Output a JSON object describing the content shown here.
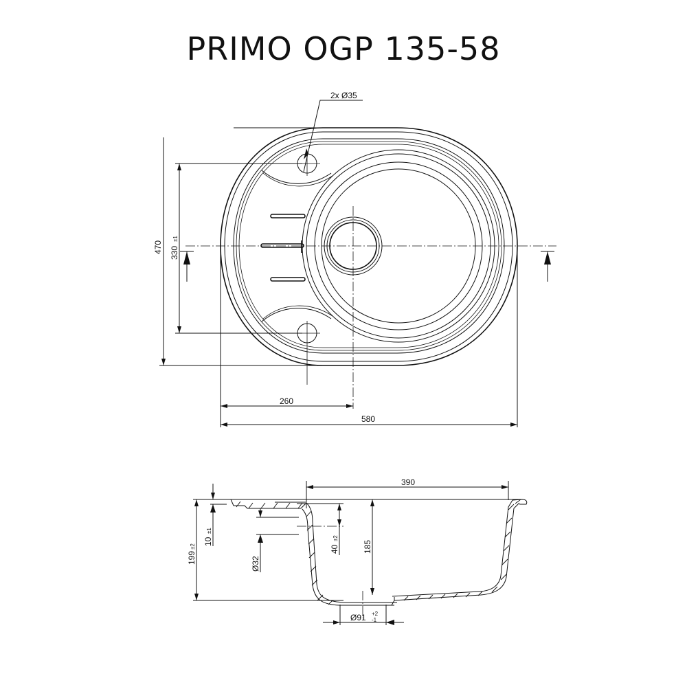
{
  "title": "PRIMO OGP 135-58",
  "top_view": {
    "label_holes": "2x Ø35",
    "dim_width_total": "580",
    "dim_bowl_center_offset": "260",
    "dim_depth_total": "470",
    "dim_hole_spacing": "330",
    "dim_hole_spacing_tol": "±1"
  },
  "section_view": {
    "dim_bowl_width": "390",
    "dim_bowl_depth": "185",
    "dim_overall_height": "199",
    "dim_overall_height_tol": "±2",
    "dim_rim_thickness": "10",
    "dim_rim_thickness_tol": "±1",
    "dim_overflow_dia": "Ø32",
    "dim_overflow_height": "40",
    "dim_overflow_height_tol": "±2",
    "dim_drain_dia": "Ø91",
    "dim_drain_tol_upper": "+2",
    "dim_drain_tol_lower": "-1"
  }
}
